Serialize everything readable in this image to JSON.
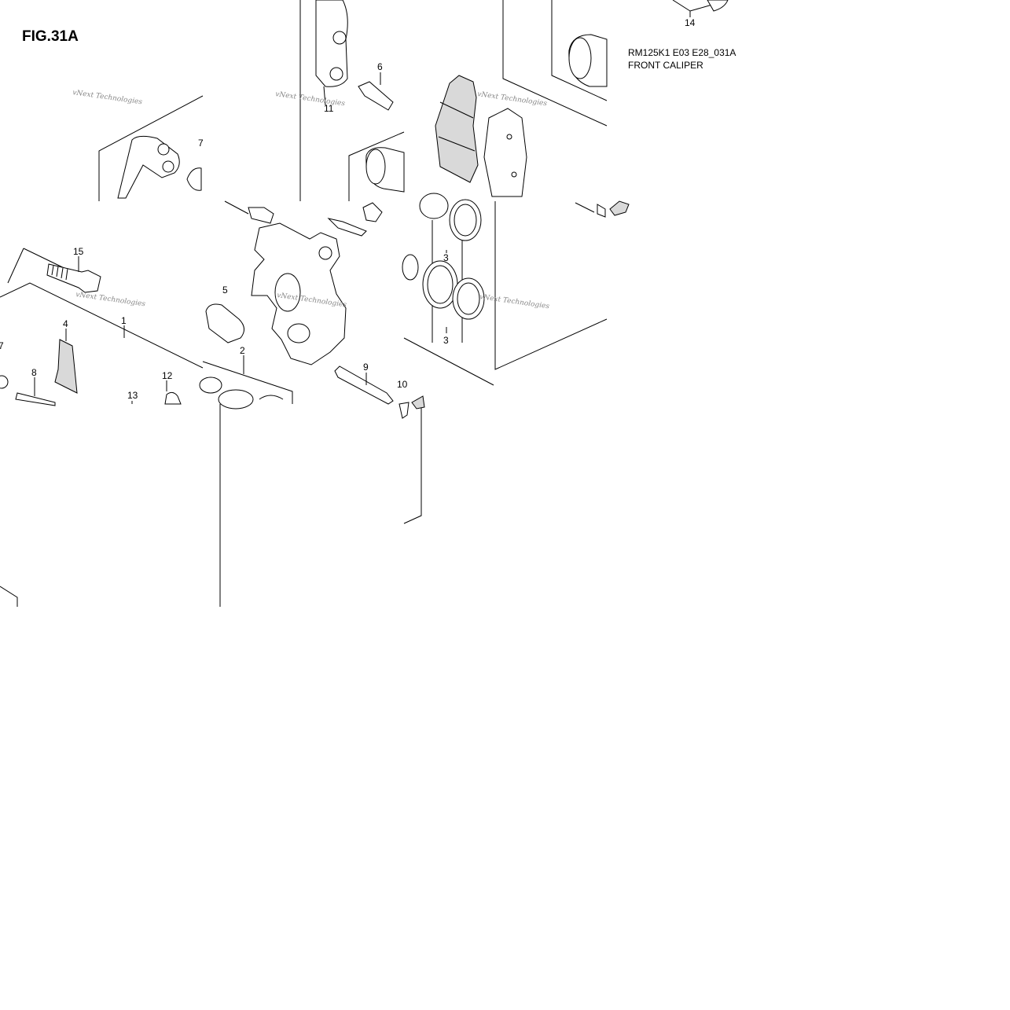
{
  "figure": {
    "title": "FIG.31A",
    "model_code": "RM125K1 E03 E28_031A",
    "assembly_name": "FRONT CALIPER"
  },
  "watermark": "vNext Technologies",
  "callouts": [
    "1",
    "2",
    "3",
    "4",
    "5",
    "6",
    "7",
    "8",
    "9",
    "10",
    "11",
    "12",
    "13",
    "14",
    "15"
  ],
  "colors": {
    "line": "#000000",
    "part_fill": "#d9d9d9",
    "watermark": "#888888"
  }
}
